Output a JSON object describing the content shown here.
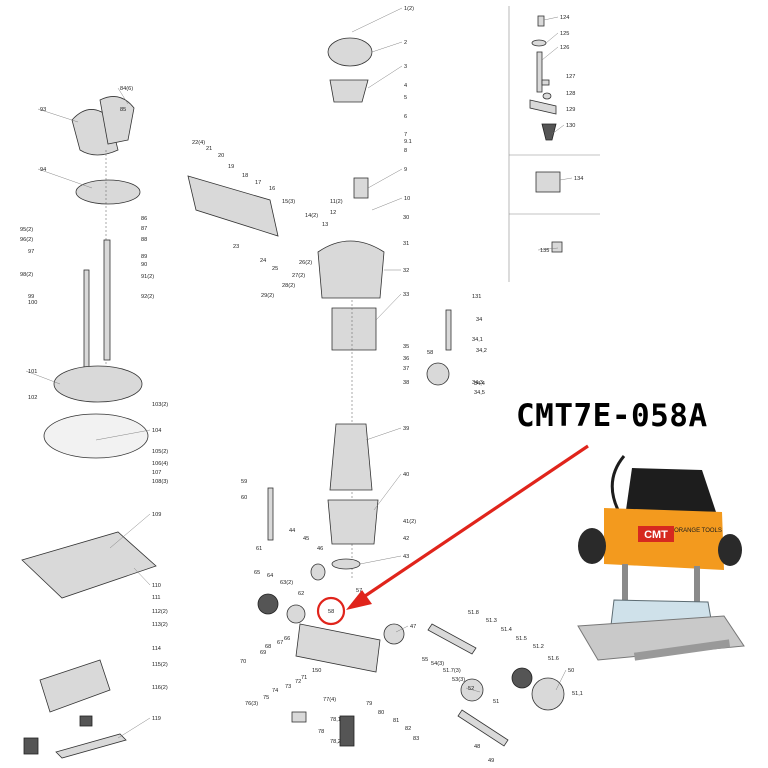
{
  "model_label": "CMT7E-058A",
  "callout_part": "58",
  "colors": {
    "arrow": "#e0241b",
    "tool_orange": "#f39a1e",
    "tool_black": "#1d1d1d",
    "base_plate": "#c9c9c9",
    "logo_red": "#d6291f"
  },
  "photo_logo": "CMT",
  "photo_badge": "ORANGE TOOLS",
  "parts": {
    "p1": "1(2)",
    "p2": "2",
    "p3": "3",
    "p4": "4",
    "p5": "5",
    "p6": "6",
    "p7": "7",
    "p9_1": "9.1",
    "p8": "8",
    "p9": "9",
    "p10": "10",
    "p11": "11(2)",
    "p12": "12",
    "p14": "14(2)",
    "p13": "13",
    "p15": "15(3)",
    "p16": "16",
    "p17": "17",
    "p18": "18",
    "p19": "19",
    "p20": "20",
    "p21": "21",
    "p22": "22(4)",
    "p23": "23",
    "p24": "24",
    "p25": "25",
    "p26": "26(2)",
    "p27": "27(2)",
    "p28": "28(2)",
    "p29": "29(2)",
    "p30": "30",
    "p31": "31",
    "p32": "32",
    "p33": "33",
    "p34": "34",
    "p34_1": "34,1",
    "p34_2": "34,2",
    "p34_3": "34,3",
    "p34_4": "34,4",
    "p34_5": "34,5",
    "p35": "35",
    "p36": "36",
    "p37": "37",
    "p38": "38",
    "p39": "39",
    "p40": "40",
    "p41": "41(2)",
    "p42": "42",
    "p43": "43",
    "p44": "44",
    "p45": "45",
    "p46": "46",
    "p47": "47",
    "p48": "48",
    "p49": "49",
    "p50": "50",
    "p51": "51",
    "p51_1": "51,1",
    "p51_2": "51.2",
    "p51_3": "51.3",
    "p51_4": "51.4",
    "p51_5": "51.5",
    "p51_6": "51.6",
    "p51_7": "51.7(3)",
    "p51_8": "51.8",
    "p52": "52",
    "p53": "53(3)",
    "p54": "54(3)",
    "p55": "55",
    "p57": "57",
    "p58": "58",
    "p58b": "58",
    "p59": "59",
    "p60": "60",
    "p61": "61",
    "p62": "62",
    "p63": "63(2)",
    "p64": "64",
    "p65": "65",
    "p66": "66",
    "p67": "67",
    "p68": "68",
    "p69": "69",
    "p70": "70",
    "p71": "71",
    "p72": "72",
    "p73": "73",
    "p74": "74",
    "p75": "75",
    "p76": "76(3)",
    "p77": "77(4)",
    "p78": "78",
    "p78_1": "78,1",
    "p78_2": "78,2",
    "p79": "79",
    "p80": "80",
    "p81": "81",
    "p82": "82",
    "p83": "83",
    "p84": "84(6)",
    "p85": "85",
    "p86": "86",
    "p87": "87",
    "p88": "88",
    "p89": "89",
    "p90": "90",
    "p91": "91(2)",
    "p92": "92(2)",
    "p93": "93",
    "p94": "94",
    "p95": "95(2)",
    "p96": "96(2)",
    "p97": "97",
    "p98": "98(2)",
    "p99": "99",
    "p100": "100",
    "p101": "101",
    "p102": "102",
    "p103": "103(2)",
    "p104": "104",
    "p105": "105(2)",
    "p106": "106(4)",
    "p107": "107",
    "p108": "108(3)",
    "p109": "109",
    "p110": "110",
    "p111": "111",
    "p112": "112(2)",
    "p113": "113(2)",
    "p114": "114",
    "p115": "115(2)",
    "p116": "116(2)",
    "p119": "119",
    "p124": "124",
    "p125": "125",
    "p126": "126",
    "p127": "127",
    "p128": "128",
    "p129": "129",
    "p130": "130",
    "p131": "131",
    "p134": "134",
    "p135": "135",
    "p150": "150"
  }
}
